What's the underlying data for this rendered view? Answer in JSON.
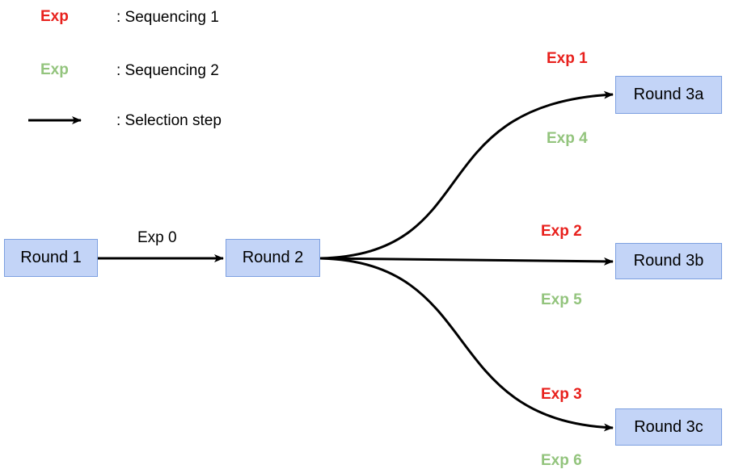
{
  "colors": {
    "sequencing_1": "#e8211d",
    "sequencing_2": "#93c47d",
    "node_fill": "#c3d4f7",
    "node_border": "#7c9fe0",
    "arrow": "#000000"
  },
  "legend": {
    "items": [
      {
        "marker": "Exp",
        "text": ": Sequencing 1"
      },
      {
        "marker": "Exp",
        "text": ": Sequencing 2"
      },
      {
        "marker": "arrow-icon",
        "text": ": Selection step"
      }
    ]
  },
  "nodes": {
    "round1": "Round 1",
    "round2": "Round 2",
    "round3a": "Round 3a",
    "round3b": "Round 3b",
    "round3c": "Round 3c"
  },
  "edges": [
    {
      "from": "Round 1",
      "to": "Round 2",
      "label": "Exp 0"
    },
    {
      "from": "Round 2",
      "to": "Round 3a",
      "sequencing_1": "Exp 1",
      "sequencing_2": "Exp 4"
    },
    {
      "from": "Round 2",
      "to": "Round 3b",
      "sequencing_1": "Exp 2",
      "sequencing_2": "Exp 5"
    },
    {
      "from": "Round 2",
      "to": "Round 3c",
      "sequencing_1": "Exp 3",
      "sequencing_2": "Exp 6"
    }
  ]
}
